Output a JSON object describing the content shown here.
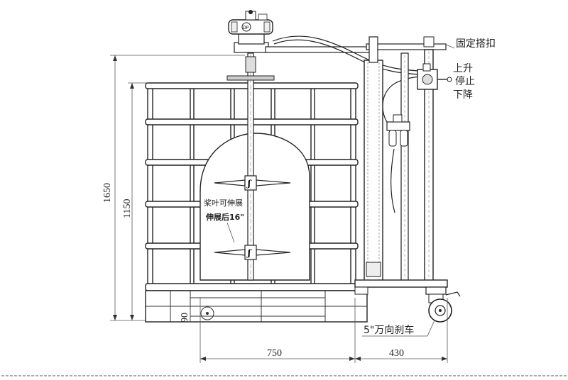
{
  "labels": {
    "fixed_clamp": "固定搭扣",
    "up": "上升",
    "stop": "停止",
    "down": "下降",
    "blade_expandable": "桨叶可伸展",
    "expanded_size": "伸展后16\"",
    "caster": "5\"万向刹车"
  },
  "dimensions": {
    "total_height": "1650",
    "tank_height": "1150",
    "base_height": "90",
    "tank_width": "750",
    "stand_width": "430"
  }
}
